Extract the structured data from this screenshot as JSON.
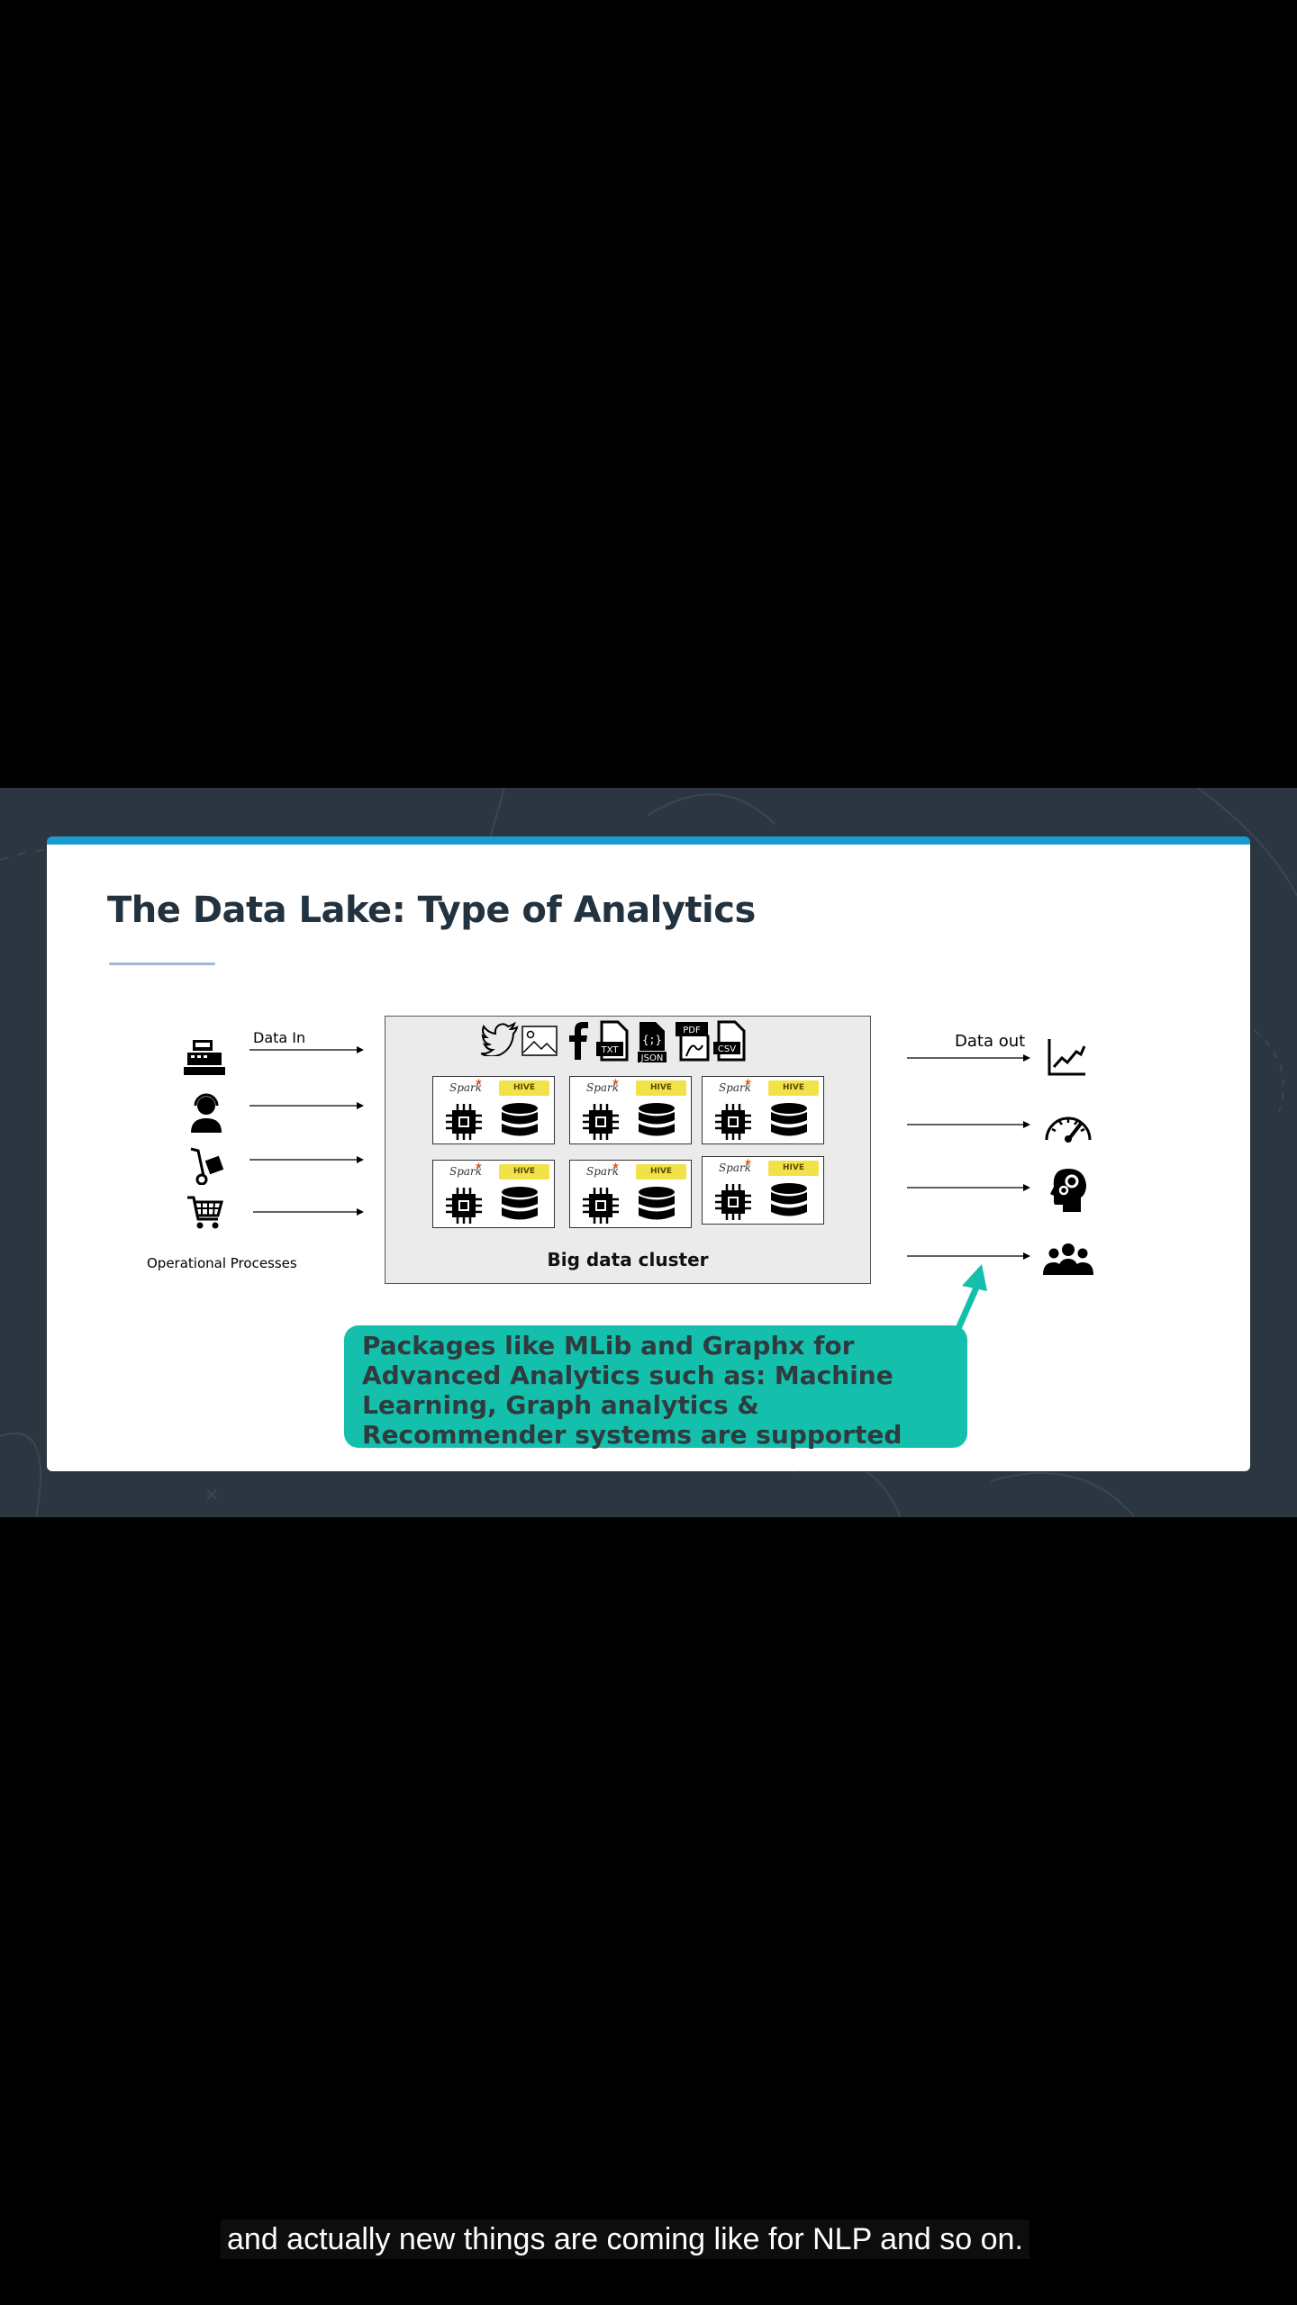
{
  "slide": {
    "title": "The Data Lake: Type of Analytics",
    "data_in_label": "Data In",
    "data_out_label": "Data out",
    "operational_label": "Operational Processes",
    "cluster_label": "Big data cluster",
    "source_icons": [
      "twitter-icon",
      "image-icon",
      "facebook-icon",
      "txt-file-icon",
      "json-file-icon",
      "pdf-file-icon",
      "csv-file-icon"
    ],
    "file_tags": {
      "txt": "TXT",
      "json": "JSON",
      "pdf": "PDF",
      "csv": "CSV"
    },
    "input_icons": [
      "cash-register-icon",
      "customer-service-icon",
      "hand-truck-icon",
      "shopping-cart-icon"
    ],
    "output_icons": [
      "line-chart-icon",
      "speedometer-icon",
      "brain-gears-icon",
      "people-group-icon"
    ],
    "node": {
      "spark_label": "Spark",
      "hive_label": "HIVE"
    },
    "callout_text": "Packages like MLib and Graphx for Advanced Analytics such as: Machine Learning, Graph analytics & Recommender systems are supported"
  },
  "colors": {
    "accent_bar": "#1a9bd1",
    "callout": "#14c0ac",
    "title": "#22323f",
    "background": "#2c3640"
  },
  "caption": {
    "text": "and actually new things are coming like for NLP and so on."
  }
}
